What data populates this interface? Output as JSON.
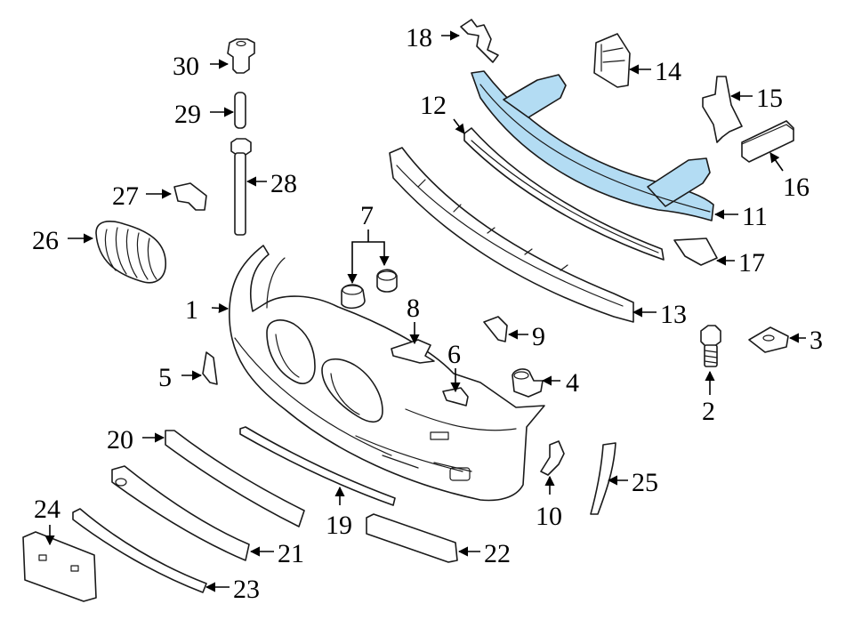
{
  "diagram": {
    "highlight_color": "#b3dcf3",
    "callouts": [
      {
        "id": "c1",
        "label": "1"
      },
      {
        "id": "c2",
        "label": "2"
      },
      {
        "id": "c3",
        "label": "3"
      },
      {
        "id": "c4",
        "label": "4"
      },
      {
        "id": "c5",
        "label": "5"
      },
      {
        "id": "c6",
        "label": "6"
      },
      {
        "id": "c7",
        "label": "7"
      },
      {
        "id": "c8",
        "label": "8"
      },
      {
        "id": "c9",
        "label": "9"
      },
      {
        "id": "c10",
        "label": "10"
      },
      {
        "id": "c11",
        "label": "11"
      },
      {
        "id": "c12",
        "label": "12"
      },
      {
        "id": "c13",
        "label": "13"
      },
      {
        "id": "c14",
        "label": "14"
      },
      {
        "id": "c15",
        "label": "15"
      },
      {
        "id": "c16",
        "label": "16"
      },
      {
        "id": "c17",
        "label": "17"
      },
      {
        "id": "c18",
        "label": "18"
      },
      {
        "id": "c19",
        "label": "19"
      },
      {
        "id": "c20",
        "label": "20"
      },
      {
        "id": "c21",
        "label": "21"
      },
      {
        "id": "c22",
        "label": "22"
      },
      {
        "id": "c23",
        "label": "23"
      },
      {
        "id": "c24",
        "label": "24"
      },
      {
        "id": "c25",
        "label": "25"
      },
      {
        "id": "c26",
        "label": "26"
      },
      {
        "id": "c27",
        "label": "27"
      },
      {
        "id": "c28",
        "label": "28"
      },
      {
        "id": "c29",
        "label": "29"
      },
      {
        "id": "c30",
        "label": "30"
      }
    ]
  }
}
